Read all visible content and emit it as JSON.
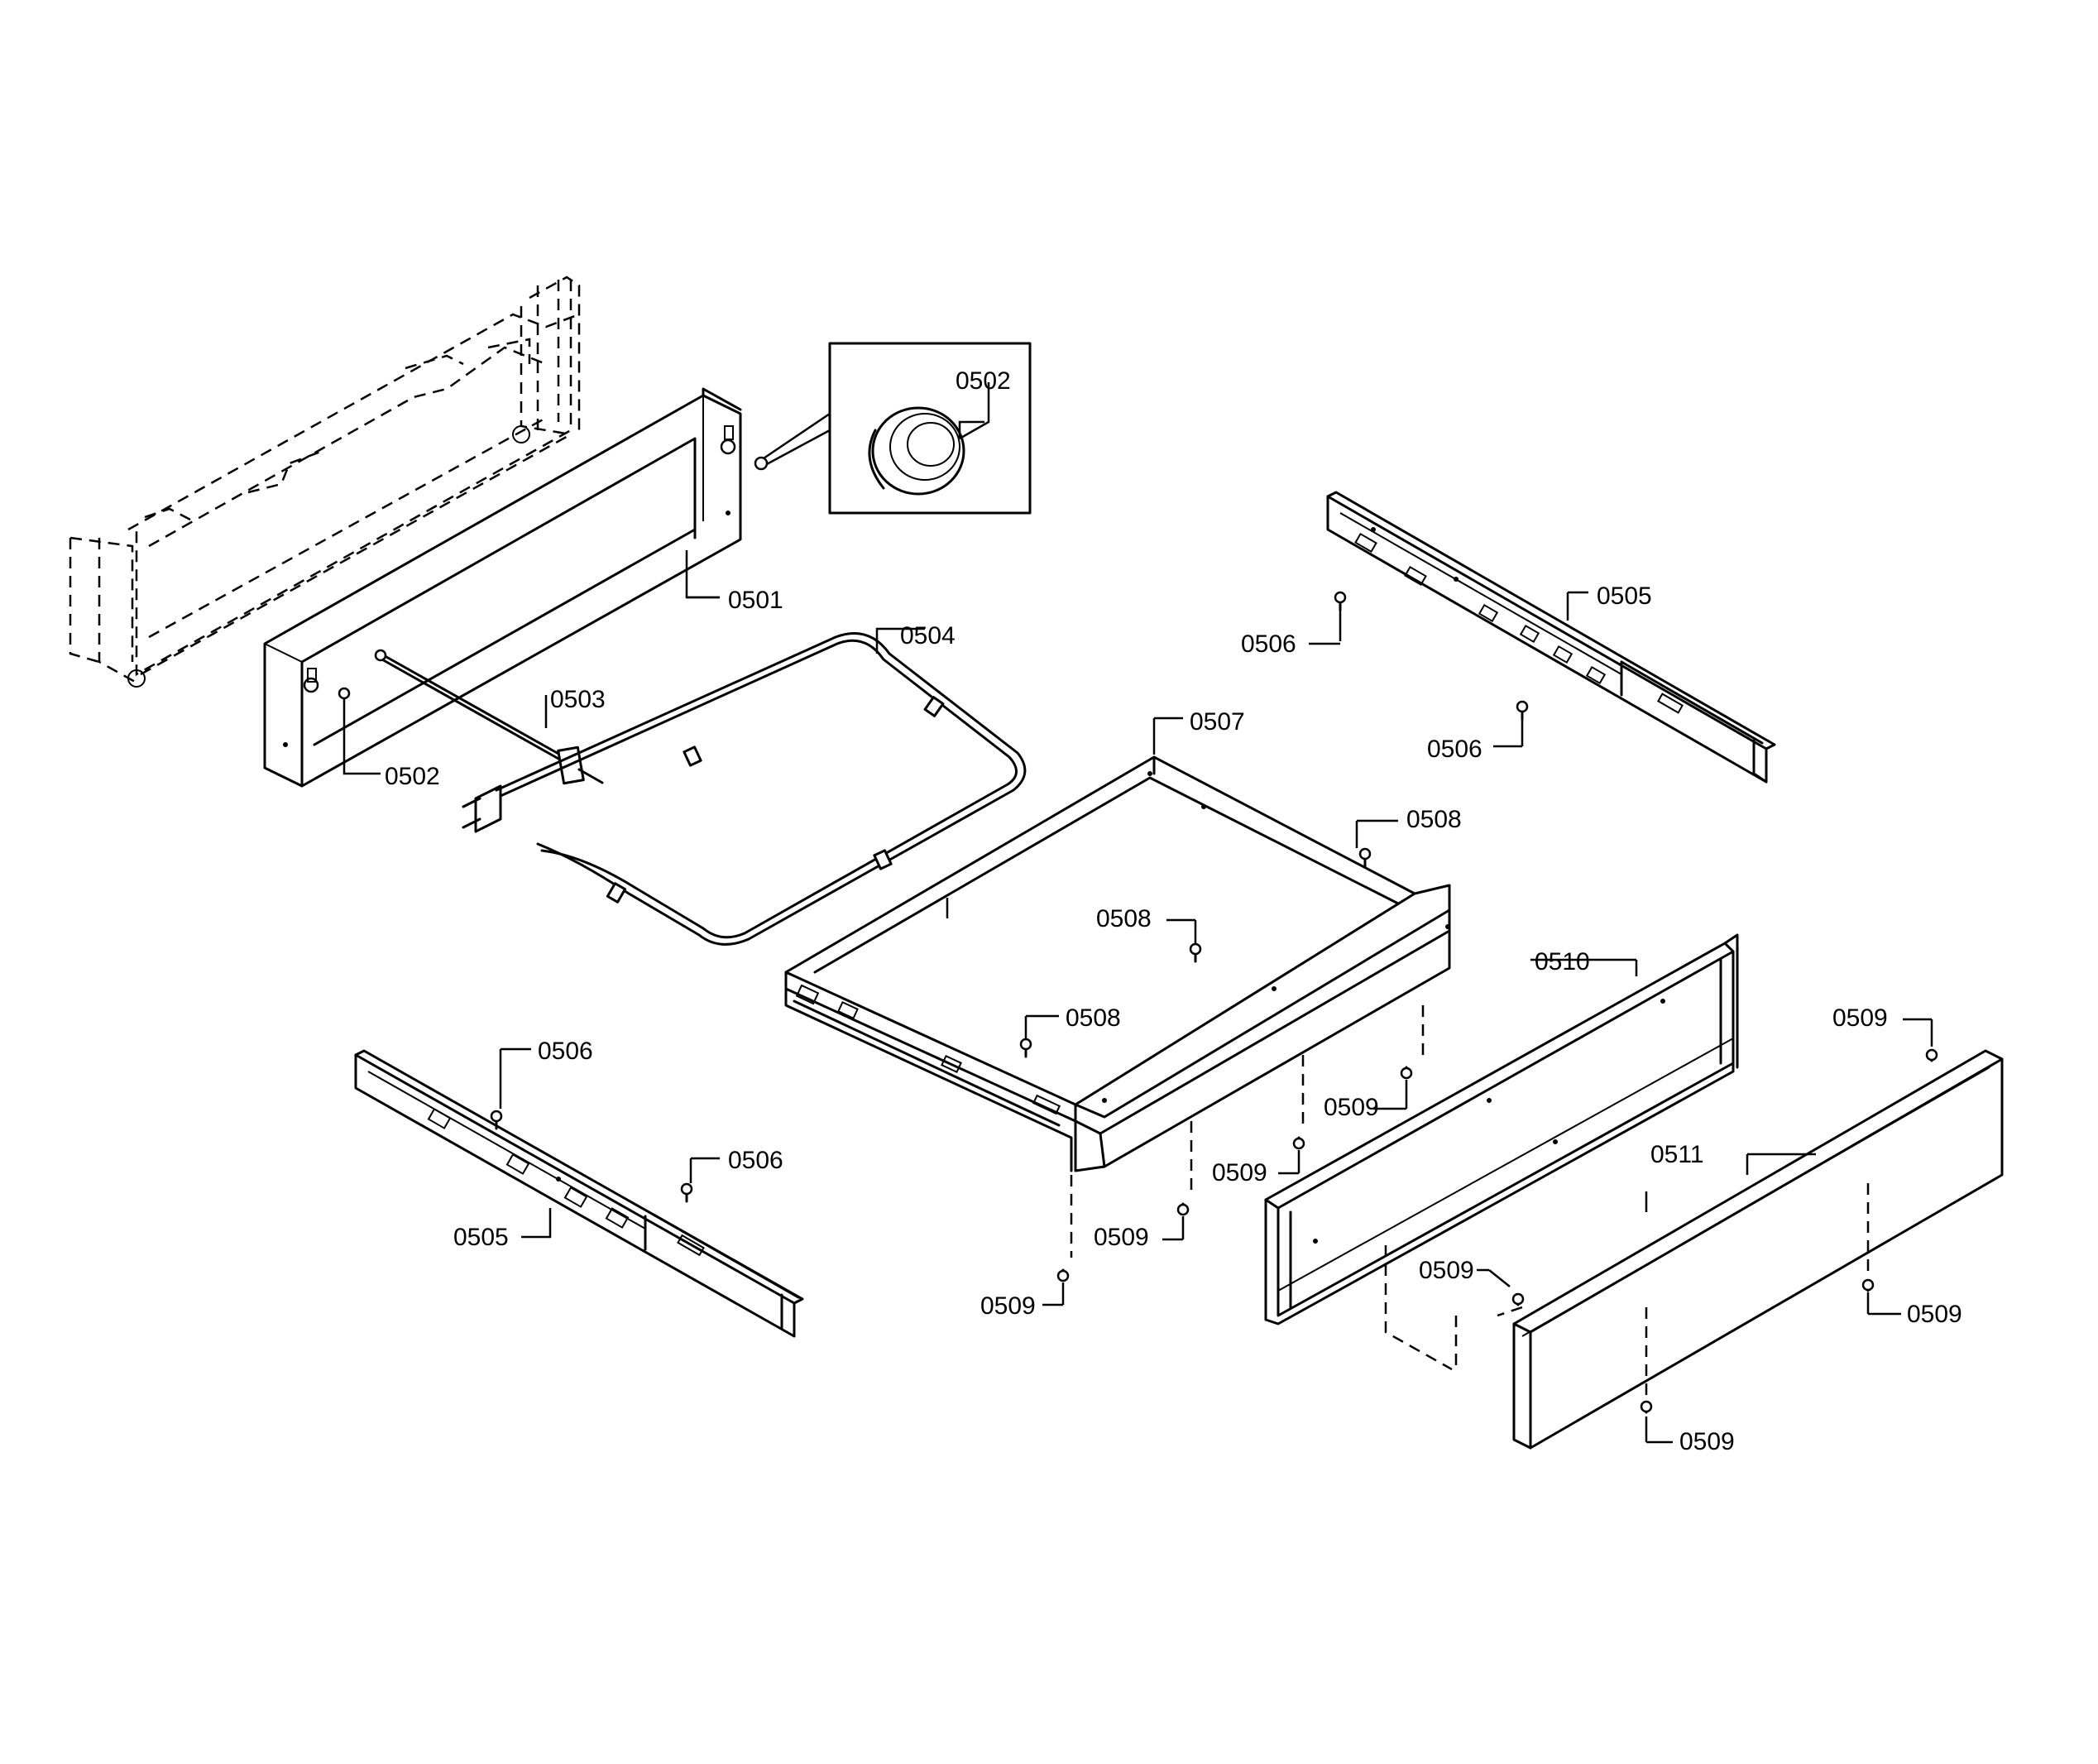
{
  "callouts": {
    "c0501": "0501",
    "c0502a": "0502",
    "c0502b": "0502",
    "c0503": "0503",
    "c0504": "0504",
    "c0505a": "0505",
    "c0505b": "0505",
    "c0506a": "0506",
    "c0506b": "0506",
    "c0506c": "0506",
    "c0506d": "0506",
    "c0507": "0507",
    "c0508a": "0508",
    "c0508b": "0508",
    "c0508c": "0508",
    "c0509a": "0509",
    "c0509b": "0509",
    "c0509c": "0509",
    "c0509d": "0509",
    "c0509e": "0509",
    "c0509f": "0509",
    "c0509g": "0509",
    "c0509h": "0509",
    "c0510": "0510",
    "c0511": "0511"
  },
  "icons": {
    "knob": "knob-icon",
    "screw": "screw-icon"
  }
}
